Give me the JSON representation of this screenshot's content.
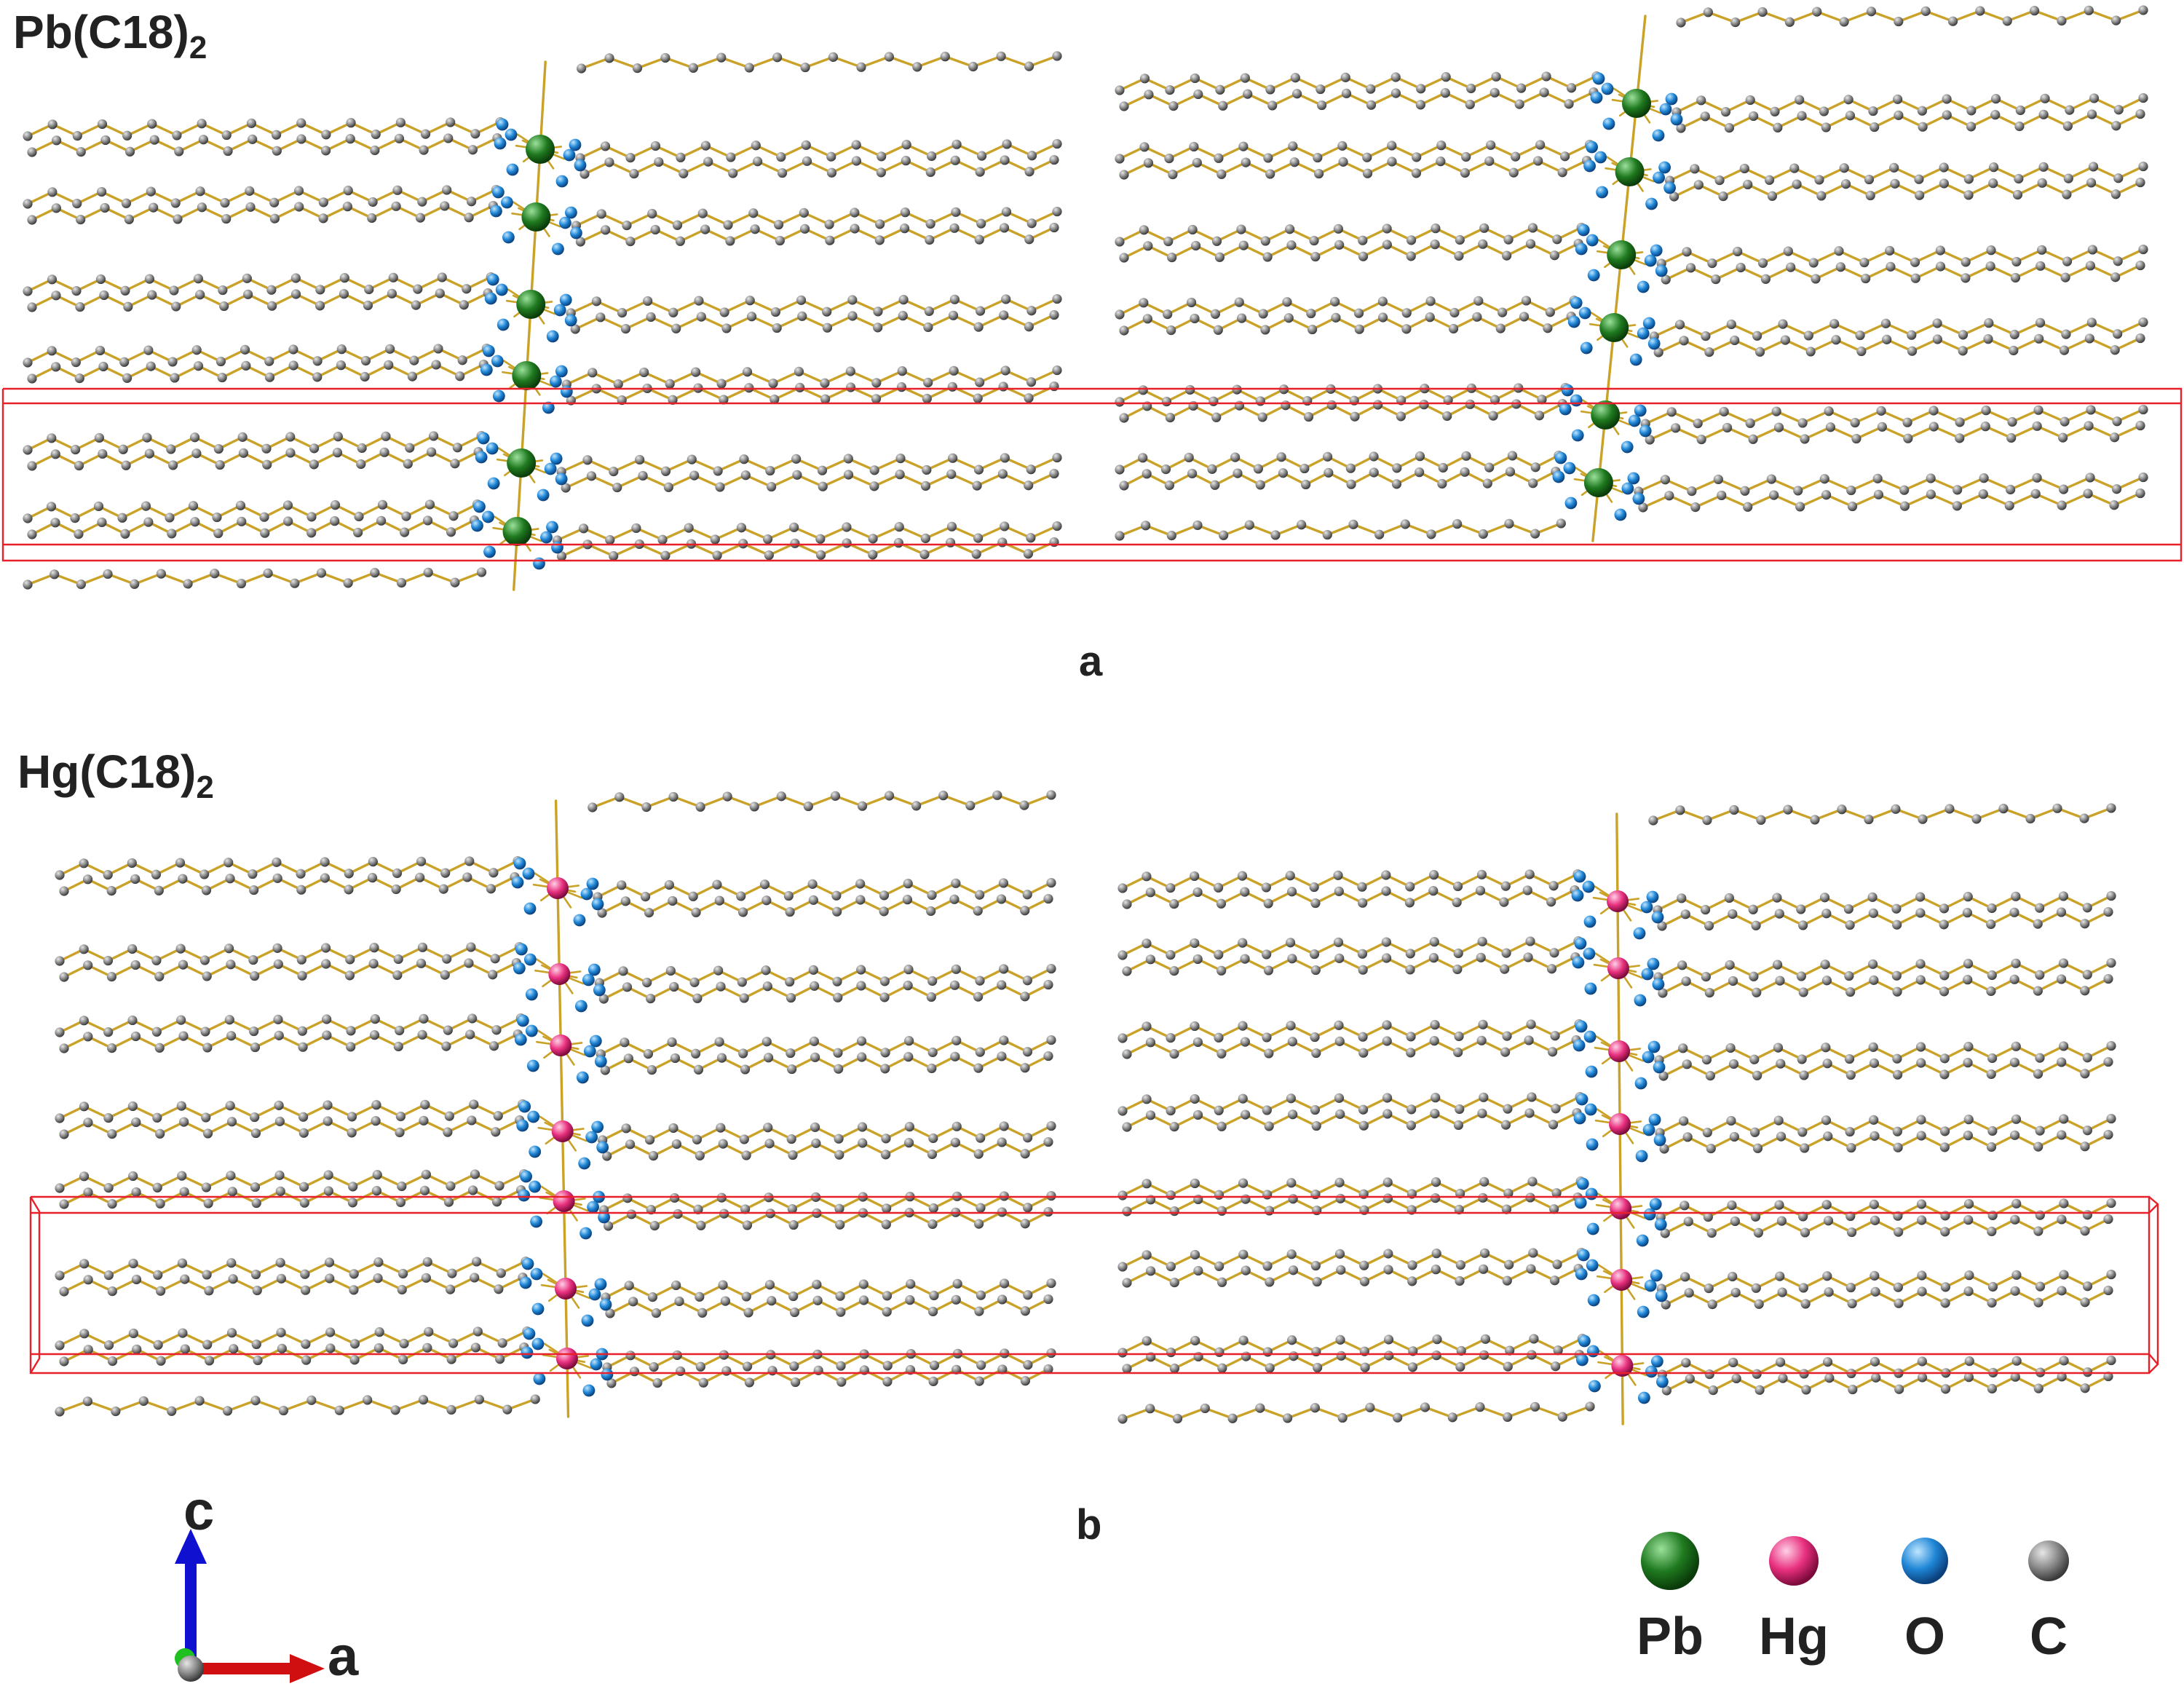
{
  "panels": [
    {
      "title_main": "Pb(C18)",
      "title_sub": "2",
      "label": "a",
      "metal": "Pb"
    },
    {
      "title_main": "Hg(C18)",
      "title_sub": "2",
      "label": "b",
      "metal": "Hg"
    }
  ],
  "axes": {
    "vertical": "c",
    "horizontal": "a"
  },
  "legend": [
    {
      "element": "Pb",
      "color": "#1f7a1f"
    },
    {
      "element": "Hg",
      "color": "#e83e8c"
    },
    {
      "element": "O",
      "color": "#1f86d6"
    },
    {
      "element": "C",
      "color": "#808080"
    }
  ],
  "colors": {
    "bond": "#c9a227",
    "cell": "#e8202a",
    "carbon": "#7a7a7a",
    "oxygen": "#1f86d6",
    "pb": "#1f7a1f",
    "hg": "#e83e8c",
    "axis_c": "#1010d0",
    "axis_a": "#d01010",
    "axis_b": "#20c020"
  }
}
